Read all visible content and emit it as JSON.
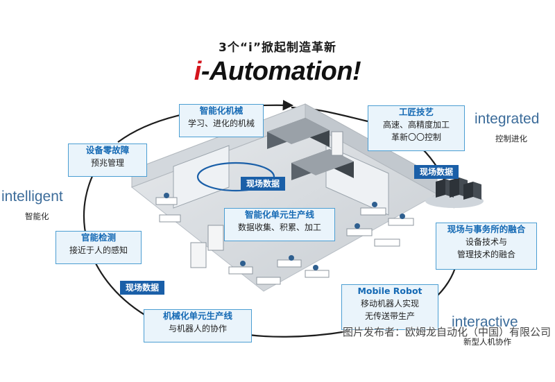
{
  "header": {
    "headline": "3个“i”掀起制造革新",
    "logo_prefix": "i",
    "logo_rest": "-Automation!"
  },
  "boxes": {
    "smart_machine": {
      "title": "智能化机械",
      "desc": "学习、进化的机械"
    },
    "zero_failure": {
      "title": "设备零故障",
      "desc": "预兆管理"
    },
    "sensory": {
      "title": "官能检测",
      "desc": "接近于人的感知"
    },
    "mech_cell": {
      "title": "机械化单元生产线",
      "desc": "与机器人的协作"
    },
    "craft": {
      "title": "工匠技艺",
      "desc": "高速、高精度加工",
      "desc2": "革新〇〇控制"
    },
    "fusion": {
      "title": "现场与事务所的融合",
      "desc": "设备技术与",
      "desc2": "管理技术的融合"
    },
    "mobile_robot": {
      "title": "Mobile Robot",
      "desc": "移动机器人实现",
      "desc2": "无传送带生产"
    },
    "smart_cell": {
      "title": "智能化单元生产线",
      "desc": "数据收集、积累、加工"
    }
  },
  "tags": {
    "center": "现场数据",
    "right": "现场数据",
    "left": "现场数据"
  },
  "keywords": {
    "integrated": {
      "word": "integrated",
      "sub": "控制进化"
    },
    "intelligent": {
      "word": "intelligent",
      "sub": "智能化"
    },
    "interactive": {
      "word": "interactive",
      "sub": "新型人机协作"
    }
  },
  "credit": "图片发布者：欧姆龙自动化（中国）有限公司",
  "colors": {
    "accent_blue": "#1469b4",
    "tag_blue": "#1a5fa8",
    "box_fill": "#eaf4fb",
    "logo_red": "#d4141c"
  }
}
